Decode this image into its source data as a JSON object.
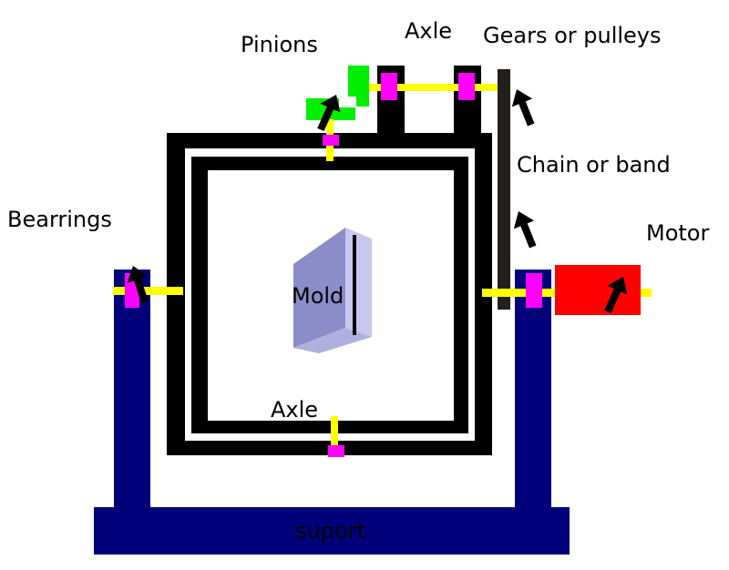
{
  "labels": {
    "pinions": "Pinions",
    "axle_top": "Axle",
    "gears": "Gears or pulleys",
    "chain": "Chain or band",
    "bearings": "Bearrings",
    "motor": "Motor",
    "mold": "Mold",
    "axle_bottom": "Axle",
    "support": "suport"
  },
  "colors": {
    "frame": "#000000",
    "support": "#00007a",
    "axle": "#ffff00",
    "bearing": "#ff00ff",
    "pinion": "#00ee00",
    "motor": "#ff0000",
    "chain": "#231f1a",
    "mold_front": "#8c8cc9",
    "mold_side": "#c8c8ee",
    "mold_top": "#b0b0de"
  },
  "icons": [
    "arrow-icon"
  ]
}
